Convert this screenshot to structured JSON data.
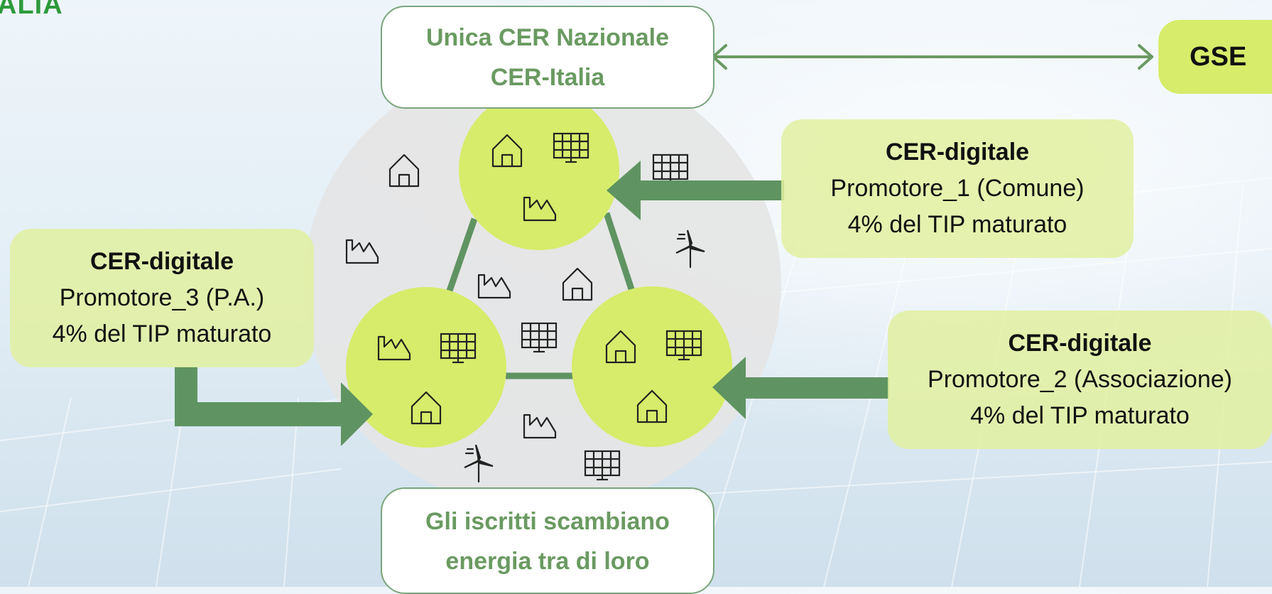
{
  "logo_text": "ALIA",
  "central_box": {
    "line1": "Unica CER Nazionale",
    "line2": "CER-Italia"
  },
  "gse_label": "GSE",
  "bottom_box": {
    "line1": "Gli iscritti scambiano",
    "line2": "energia tra di loro"
  },
  "promoters": [
    {
      "title": "CER-digitale",
      "name": "Promotore_1 (Comune)",
      "share": "4% del TIP maturato"
    },
    {
      "title": "CER-digitale",
      "name": "Promotore_2 (Associazione)",
      "share": "4% del TIP maturato"
    },
    {
      "title": "CER-digitale",
      "name": "Promotore_3 (P.A.)",
      "share": "4% del TIP maturato"
    }
  ],
  "colors": {
    "arrow_green": "#5f9462",
    "lime": "#d7ec6a",
    "pale_lime": "#e2f0a0",
    "title_green": "#6a9a61",
    "community_gray": "#e5e5e5"
  },
  "icons": [
    "house-icon",
    "factory-icon",
    "solar-panel-icon",
    "wind-turbine-icon"
  ]
}
